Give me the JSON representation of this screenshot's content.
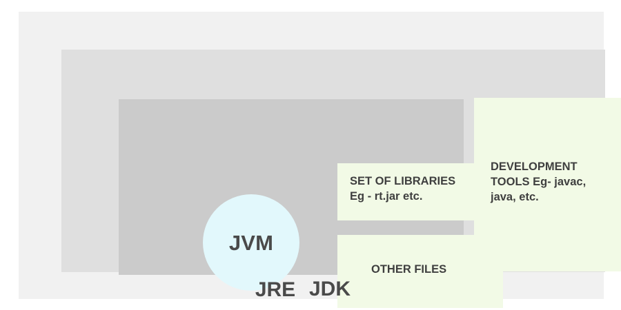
{
  "diagram": {
    "title_implied": "JDK / JRE / JVM architecture",
    "containers": {
      "jdk": {
        "label": "JDK",
        "color": "#f1f1f1"
      },
      "jre": {
        "label": "JRE",
        "color": "#dfdfdf"
      },
      "jvm_group": {
        "color": "#cbcbcb"
      }
    },
    "jvm": {
      "label": "JVM",
      "color": "#e2f8fc",
      "shape": "circle"
    },
    "panels": [
      {
        "name": "libraries",
        "text": "SET OF LIBRARIES\nEg - rt.jar etc.",
        "color": "#f2fae6"
      },
      {
        "name": "other-files",
        "text": "OTHER FILES",
        "color": "#f2fae6"
      },
      {
        "name": "development-tools",
        "text": "DEVELOPMENT\nTOOLS Eg- javac,\njava, etc.",
        "color": "#f2fae6"
      }
    ]
  }
}
